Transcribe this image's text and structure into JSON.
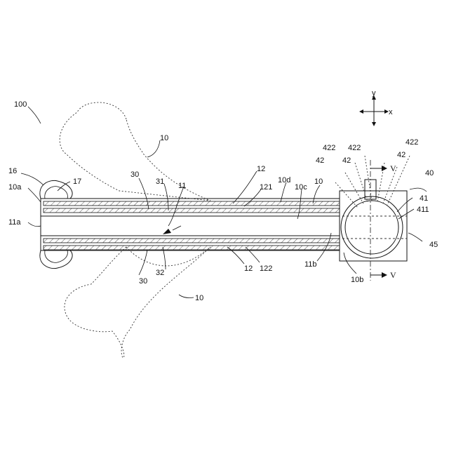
{
  "labels": {
    "ref_100": "100",
    "ref_10_top": "10",
    "ref_10_bottom": "10",
    "ref_10_tube": "10",
    "ref_16": "16",
    "ref_17": "17",
    "ref_10a": "10a",
    "ref_11a": "11a",
    "ref_30_top": "30",
    "ref_31": "31",
    "ref_11": "11",
    "ref_12_top": "12",
    "ref_121": "121",
    "ref_10d": "10d",
    "ref_10c": "10c",
    "ref_30_bottom": "30",
    "ref_32": "32",
    "ref_12_bottom": "12",
    "ref_122": "122",
    "ref_11b": "11b",
    "ref_10b": "10b",
    "ref_422_left": "422",
    "ref_422_mid": "422",
    "ref_422_right": "422",
    "ref_42_left": "42",
    "ref_42_mid": "42",
    "ref_42_right": "42",
    "ref_40": "40",
    "ref_41": "41",
    "ref_411": "411",
    "ref_45": "45",
    "section_top": "V",
    "section_bottom": "V",
    "axis_y": "y",
    "axis_x": "x"
  },
  "colors": {
    "line": "#111111",
    "background": "#ffffff"
  }
}
